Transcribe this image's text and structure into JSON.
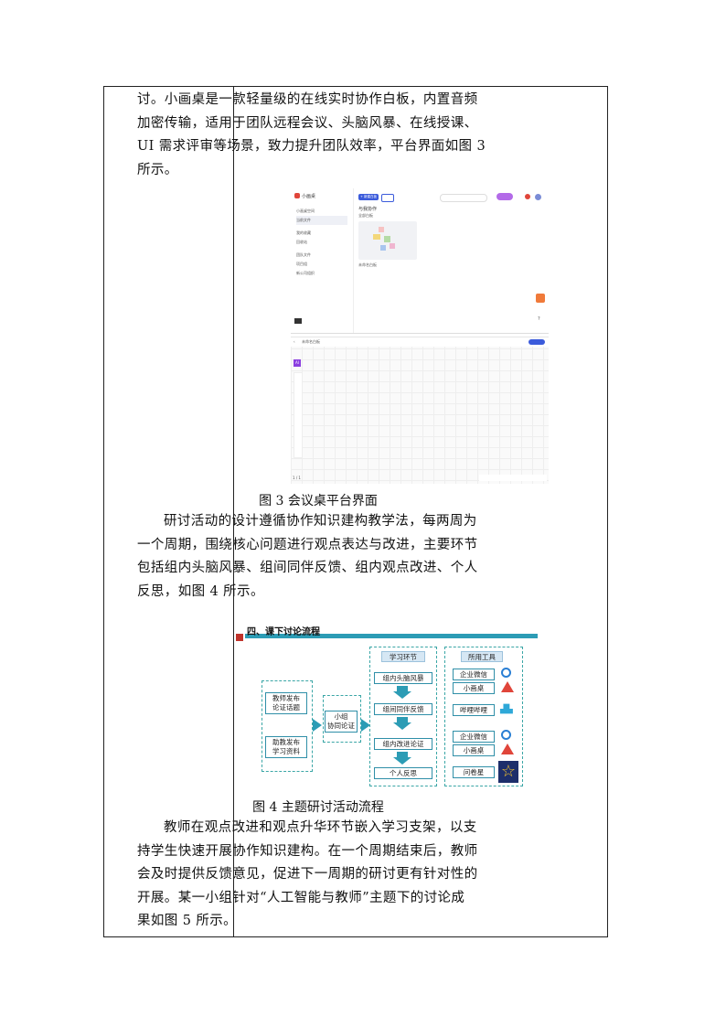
{
  "paragraphs": {
    "p1": [
      "讨。小画桌是一款轻量级的在线实时协作白板，内置音频",
      "加密传输，适用于团队远程会议、头脑风暴、在线授课、",
      "UI 需求评审等场景，致力提升团队效率，平台界面如图 3",
      "所示。"
    ],
    "p2": [
      "研讨活动的设计遵循协作知识建构教学法，每两周为",
      "一个周期，围绕核心问题进行观点表达与改进，主要环节",
      "包括组内头脑风暴、组间同伴反馈、组内观点改进、个人",
      "反思，如图 4 所示。"
    ],
    "p3": [
      "教师在观点改进和观点升华环节嵌入学习支架，以支",
      "持学生快速开展协作知识建构。在一个周期结束后，教师",
      "会及时提供反馈意见，促进下一周期的研讨更有针对性的",
      "开展。某一小组针对“人工智能与教师”主题下的讨论成",
      "果如图 5 所示。"
    ]
  },
  "figure3": {
    "caption": "图 3  会议桌平台界面",
    "app_name": "小画桌",
    "sidebar": [
      "小画桌空间",
      "当前文件",
      "我的收藏",
      "回收站",
      "团队文件",
      "项目组",
      "新公司组织"
    ],
    "page_title": "与我协作",
    "sub_title": "全部白板",
    "card_title": "未命名白板",
    "new_button": "+ 新建白板",
    "board_title": "未命名白板",
    "ai_label": "AI",
    "bottom_zoom": "1 / 1"
  },
  "figure4": {
    "caption": "图 4  主题研讨活动流程",
    "banner": "四、课下讨论流程",
    "left": [
      "教师发布\n论证话题",
      "助教发布\n学习资料"
    ],
    "middle": "小组\n协同论证",
    "steps_header": "学习环节",
    "steps": [
      "组内头脑风暴",
      "组间同伴反馈",
      "组内改进论证",
      "个人反思"
    ],
    "tools_header": "所用工具",
    "tools": [
      "企业微信",
      "小画桌",
      "哔哩哔哩",
      "企业微信",
      "小画桌",
      "问卷星"
    ]
  },
  "colors": {
    "teal": "#2c9cb5",
    "banner_red": "#c0332b",
    "ai_purple": "#8b3fe0"
  }
}
